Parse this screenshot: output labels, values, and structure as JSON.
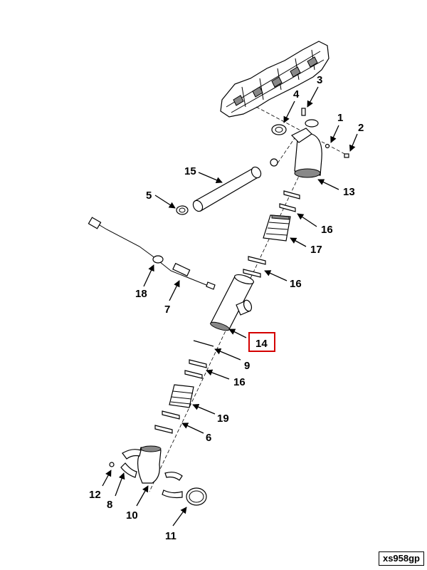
{
  "figure": {
    "code": "xs958gp",
    "highlighted_callout": "14",
    "highlight_color": "#d40000"
  },
  "callouts": {
    "c1": "1",
    "c2": "2",
    "c3": "3",
    "c4": "4",
    "c5": "5",
    "c6": "6",
    "c7": "7",
    "c8": "8",
    "c9": "9",
    "c10": "10",
    "c11": "11",
    "c12": "12",
    "c13": "13",
    "c14": "14",
    "c15": "15",
    "c16a": "16",
    "c16b": "16",
    "c16c": "16",
    "c17": "17",
    "c18": "18",
    "c19": "19"
  }
}
